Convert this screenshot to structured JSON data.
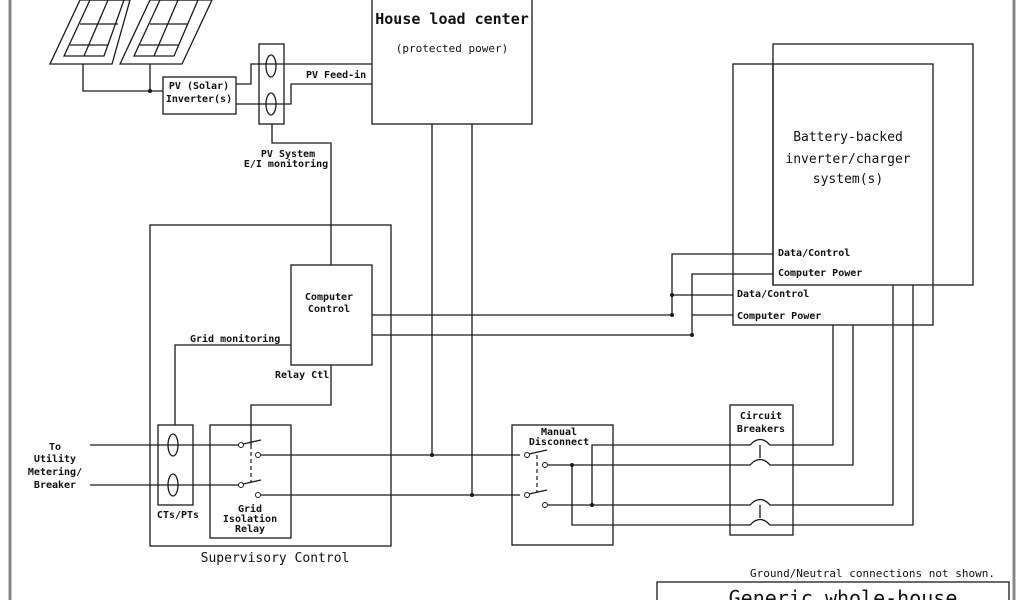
{
  "diagram": {
    "house_load_center": {
      "title": "House load center",
      "subtitle": "(protected power)"
    },
    "pv_inverter": {
      "line1": "PV (Solar)",
      "line2": "Inverter(s)"
    },
    "pv_feed_in": "PV Feed-in",
    "pv_monitoring": {
      "line1": "PV System",
      "line2": "E/I monitoring"
    },
    "battery_system": {
      "line1": "Battery-backed",
      "line2": "inverter/charger",
      "line3": "system(s)",
      "ports_back": {
        "data": "Data/Control",
        "power": "Computer Power"
      },
      "ports_front": {
        "data": "Data/Control",
        "power": "Computer Power"
      }
    },
    "computer_control": {
      "line1": "Computer",
      "line2": "Control"
    },
    "grid_monitoring": "Grid monitoring",
    "relay_ctl": "Relay Ctl",
    "utility": {
      "line1": "To",
      "line2": "Utility",
      "line3": "Metering/",
      "line4": "Breaker"
    },
    "cts_pts": "CTs/PTs",
    "grid_relay": {
      "line1": "Grid",
      "line2": "Isolation",
      "line3": "Relay"
    },
    "supervisory_control": "Supervisory Control",
    "manual_disconnect": {
      "line1": "Manual",
      "line2": "Disconnect"
    },
    "circuit_breakers": {
      "line1": "Circuit",
      "line2": "Breakers"
    },
    "note": "Ground/Neutral connections not shown.",
    "title_block": "Generic whole-house"
  }
}
